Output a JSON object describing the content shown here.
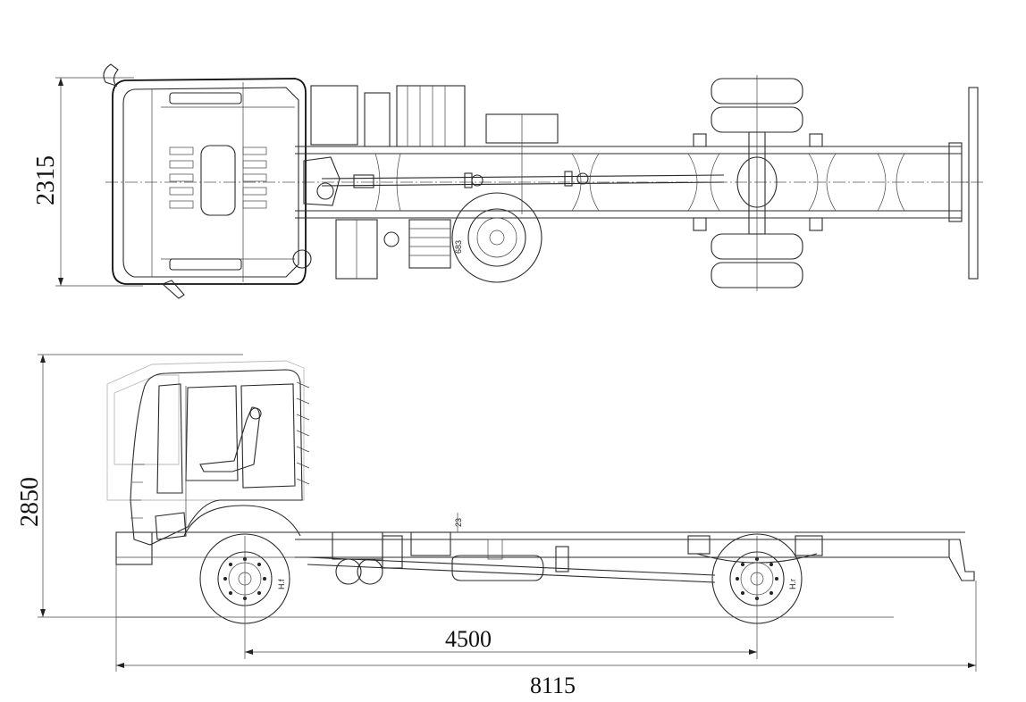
{
  "dimensions": {
    "overall_width": "2315",
    "overall_height": "2850",
    "wheelbase": "4500",
    "overall_length": "8115",
    "frame_dim": "23",
    "rear_dim": "683",
    "front_height_label": "H.f",
    "rear_height_label": "H.r"
  }
}
